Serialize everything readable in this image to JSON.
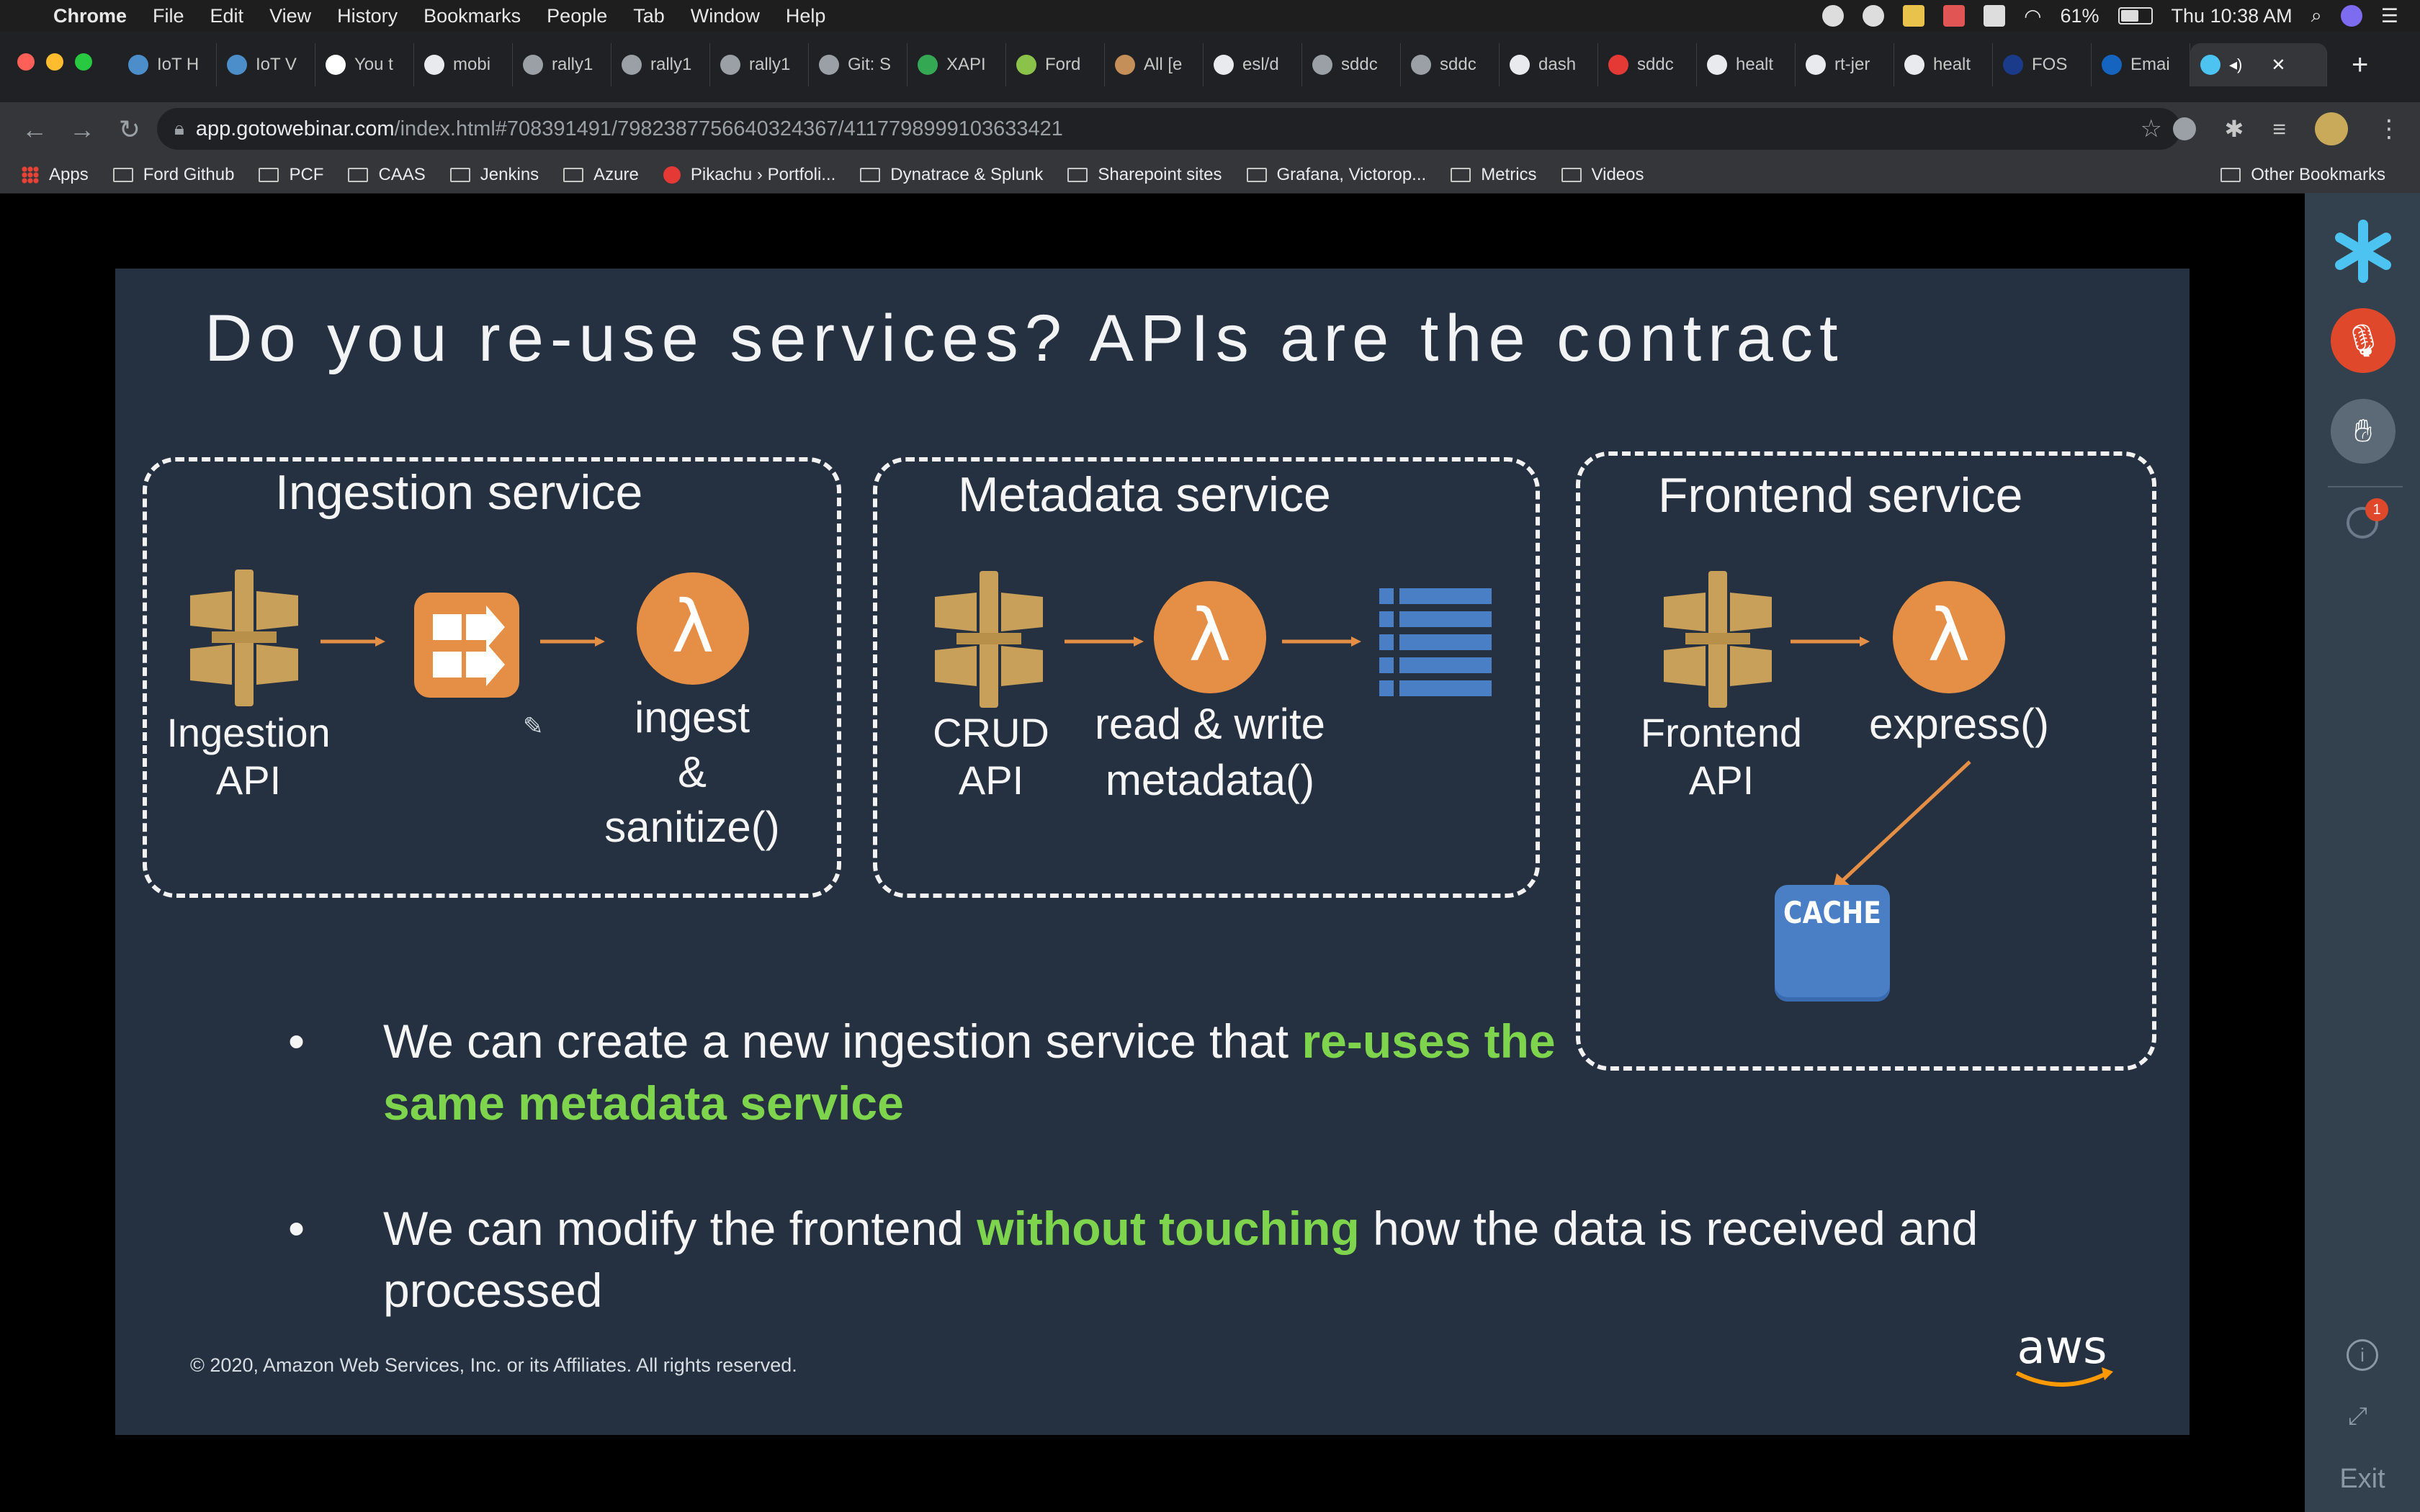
{
  "menubar": {
    "app_name": "Chrome",
    "items": [
      "File",
      "Edit",
      "View",
      "History",
      "Bookmarks",
      "People",
      "Tab",
      "Window",
      "Help"
    ],
    "battery": "61%",
    "battery_level": 0.61,
    "clock": "Thu 10:38 AM"
  },
  "tabs": [
    {
      "label": "IoT H"
    },
    {
      "label": "IoT V"
    },
    {
      "label": "You t"
    },
    {
      "label": "mobi"
    },
    {
      "label": "rally1"
    },
    {
      "label": "rally1"
    },
    {
      "label": "rally1"
    },
    {
      "label": "Git: S"
    },
    {
      "label": "XAPI"
    },
    {
      "label": "Ford"
    },
    {
      "label": "All [e"
    },
    {
      "label": "esl/d"
    },
    {
      "label": "sddc"
    },
    {
      "label": "sddc"
    },
    {
      "label": "dash"
    },
    {
      "label": "sddc"
    },
    {
      "label": "healt"
    },
    {
      "label": "rt-jer"
    },
    {
      "label": "healt"
    },
    {
      "label": "FOS"
    },
    {
      "label": "Emai"
    }
  ],
  "active_tab": {
    "close": "✕"
  },
  "new_tab": "+",
  "omnibox": {
    "host": "app.gotowebinar.com",
    "path": "/index.html#708391491/7982387756640324367/411779899910363342​1"
  },
  "bookmarks": [
    "Apps",
    "Ford Github",
    "PCF",
    "CAAS",
    "Jenkins",
    "Azure",
    "Pikachu › Portfoli...",
    "Dynatrace & Splunk",
    "Sharepoint sites",
    "Grafana, Victorop...",
    "Metrics",
    "Videos"
  ],
  "other_bookmarks": "Other Bookmarks",
  "panel": {
    "badge": "1",
    "exit": "Exit"
  },
  "slide": {
    "title": "Do you re-use services? APIs are the contract",
    "ingestion": {
      "title": "Ingestion service",
      "api_label_1": "Ingestion",
      "api_label_2": "API",
      "fn_label_1": "ingest",
      "fn_label_2": "&",
      "fn_label_3": "sanitize()"
    },
    "metadata": {
      "title": "Metadata service",
      "api_label_1": "CRUD",
      "api_label_2": "API",
      "fn_label_1": "read & write",
      "fn_label_2": "metadata()"
    },
    "frontend": {
      "title": "Frontend service",
      "api_label_1": "Frontend",
      "api_label_2": "API",
      "fn_label": "express()",
      "cache": "CACHE"
    },
    "bullet1": {
      "pre": "We can create a new ingestion service that ",
      "hl_1": "re-uses the",
      "hl_2": "same metadata service"
    },
    "bullet2": {
      "pre": "We can modify the frontend ",
      "hl": "without touching",
      "post": " how the data is received and",
      "line2": "processed"
    },
    "bullet_glyph": "•",
    "copyright": "© 2020, Amazon Web Services, Inc. or its Affiliates. All rights reserved.",
    "logo": "aws"
  },
  "colors": {
    "slide_bg": "#253140",
    "highlight": "#7fd44d",
    "api_gold": "#c9a05a",
    "lambda_orange": "#e58e45",
    "cache_blue": "#4a7fc6",
    "mic_red": "#e0482b"
  }
}
